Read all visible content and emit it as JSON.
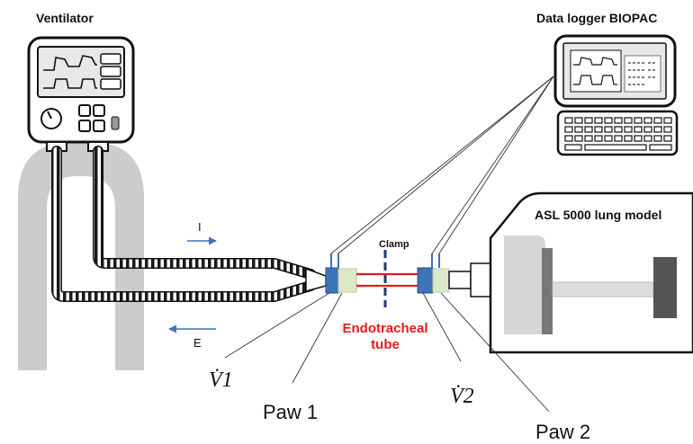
{
  "labels": {
    "ventilator": "Ventilator",
    "data_logger": "Data logger BIOPAC",
    "lung_model": "ASL 5000 lung model",
    "inspiration": "I",
    "expiration": "E",
    "clamp": "Clamp",
    "endotracheal_line1": "Endotracheal",
    "endotracheal_line2": "tube",
    "flow1": "V̇1",
    "paw1": "Paw 1",
    "flow2": "V̇2",
    "paw2": "Paw 2"
  },
  "colors": {
    "tube_red": "#e31b1b",
    "sensor_blue": "#3d73b8",
    "sensor_green": "#dde8c8",
    "clamp_blue": "#1f3b70",
    "arrow_blue": "#3d73b8",
    "limb_grey": "#cccccc"
  }
}
